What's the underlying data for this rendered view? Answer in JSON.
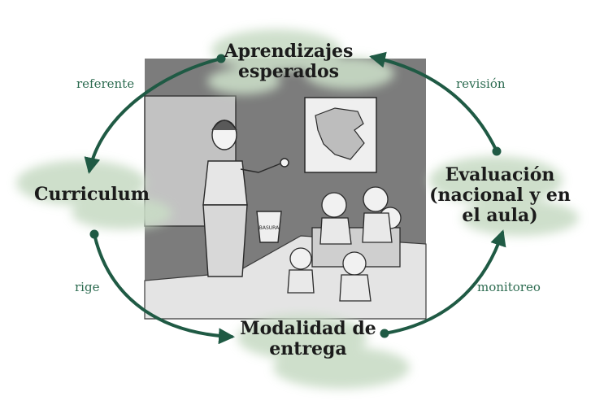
{
  "nodes": {
    "aprendizajes": {
      "line1": "Aprendizajes",
      "line2": "esperados"
    },
    "curriculum": {
      "line1": "Curriculum"
    },
    "evaluacion": {
      "line1": "Evaluación",
      "line2": "(nacional y en",
      "line3": "el aula)"
    },
    "modalidad": {
      "line1": "Modalidad de",
      "line2": "entrega"
    }
  },
  "edges": {
    "referente": "referente",
    "revision": "revisión",
    "rige": "rige",
    "monitoreo": "monitoreo"
  },
  "illustration": {
    "bin_label": "BASURA"
  },
  "colors": {
    "arrow": "#1f5a44",
    "label": "#2c6b50",
    "cloud": "#c9dcc6",
    "photo_bg": "#7c7c7c"
  }
}
